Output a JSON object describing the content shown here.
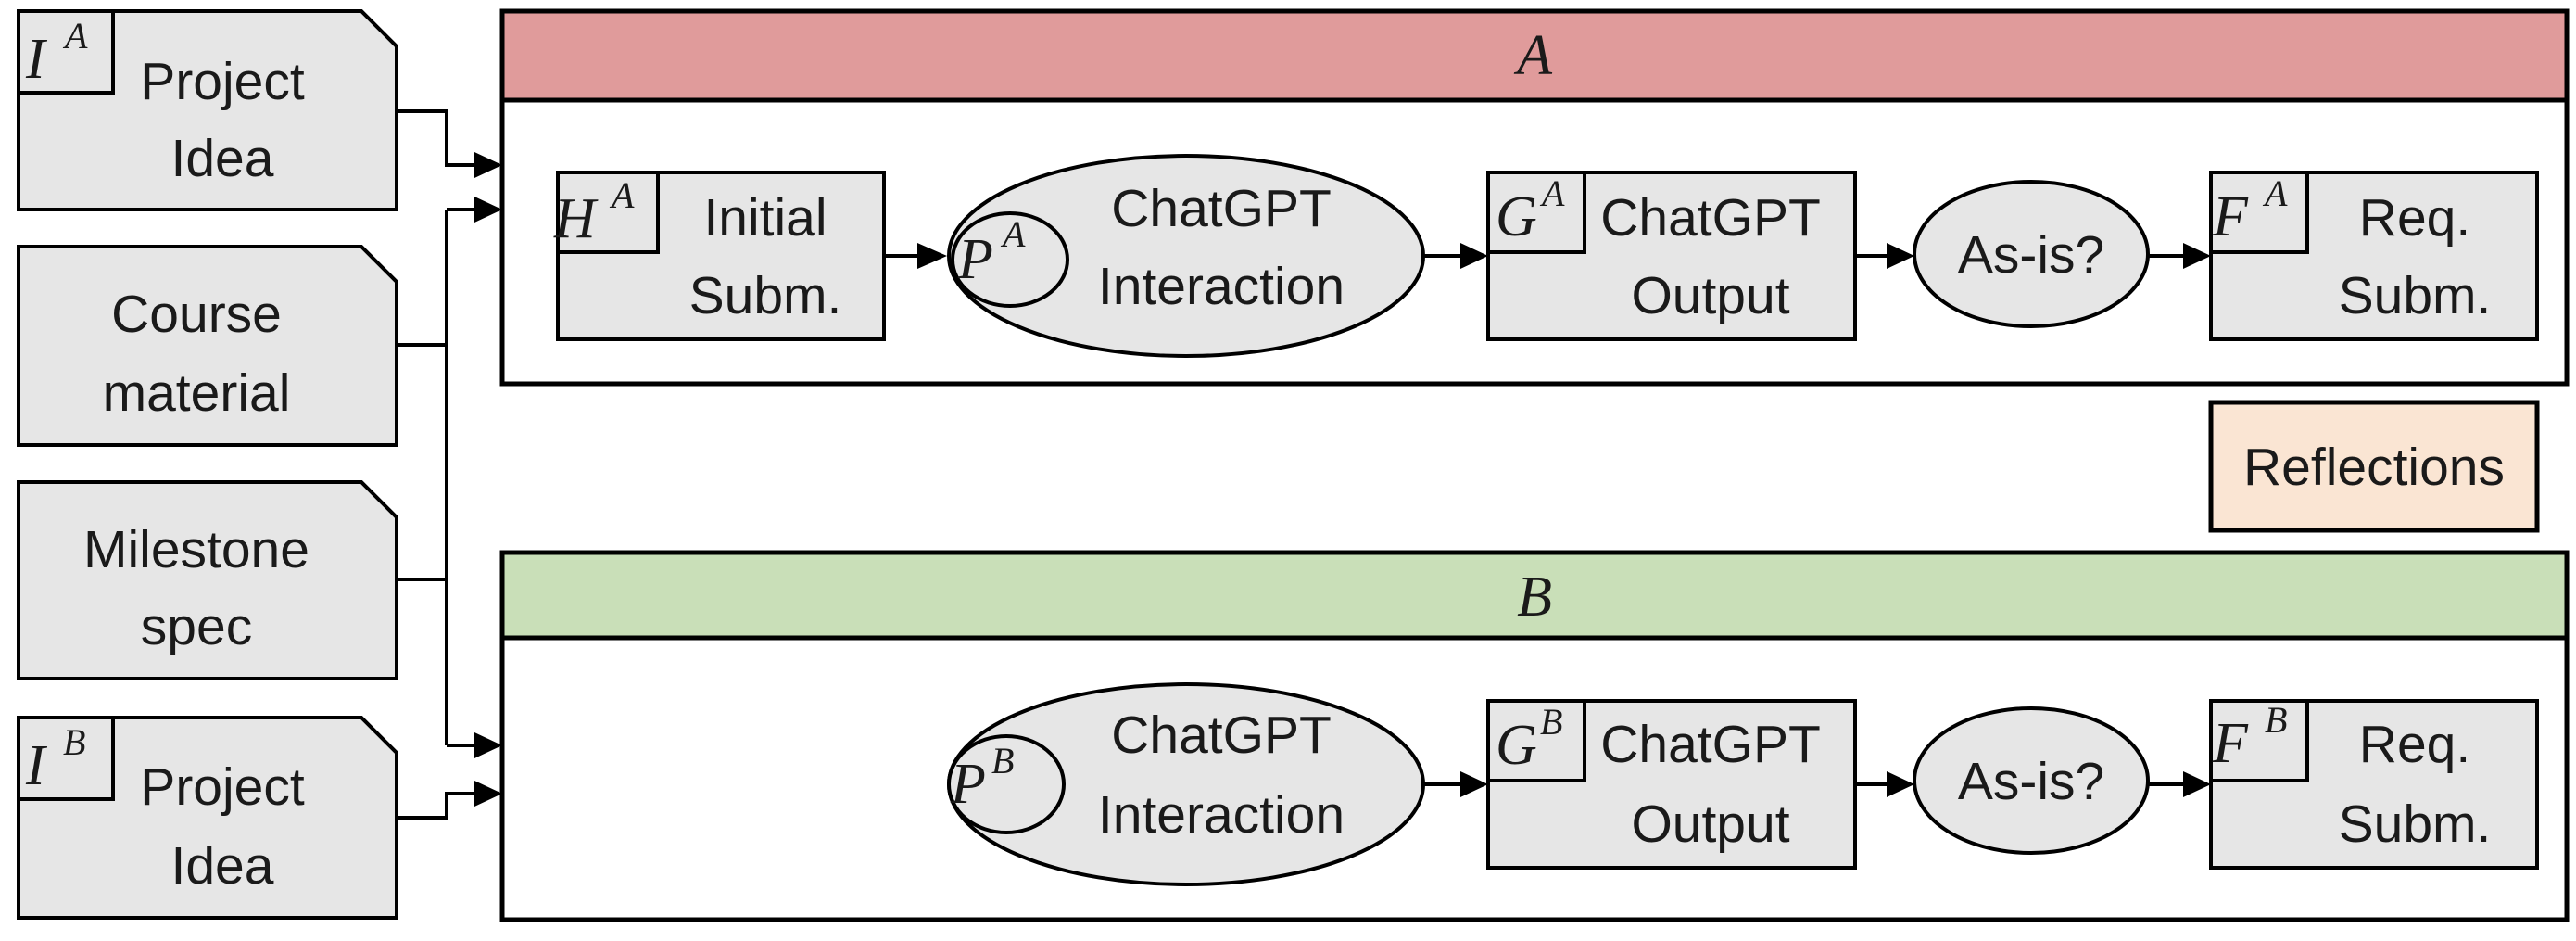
{
  "inputs": {
    "project_idea_a": {
      "math": "I",
      "sup": "A",
      "line1": "Project",
      "line2": "Idea"
    },
    "course_material": {
      "line1": "Course",
      "line2": "material"
    },
    "milestone_spec": {
      "line1": "Milestone",
      "line2": "spec"
    },
    "project_idea_b": {
      "math": "I",
      "sup": "B",
      "line1": "Project",
      "line2": "Idea"
    }
  },
  "group_a": {
    "title": "A",
    "header_color": "#e09b9b",
    "initial": {
      "math": "H",
      "sup": "A",
      "line1": "Initial",
      "line2": "Subm."
    },
    "interaction": {
      "math": "P",
      "sup": "A",
      "line1": "ChatGPT",
      "line2": "Interaction"
    },
    "output": {
      "math": "G",
      "sup": "A",
      "line1": "ChatGPT",
      "line2": "Output"
    },
    "decision": {
      "label": "As-is?"
    },
    "final": {
      "math": "F",
      "sup": "A",
      "line1": "Req.",
      "line2": "Subm."
    }
  },
  "reflections": {
    "label": "Reflections",
    "color": "#fae5d3"
  },
  "group_b": {
    "title": "B",
    "header_color": "#c9dfb8",
    "interaction": {
      "math": "P",
      "sup": "B",
      "line1": "ChatGPT",
      "line2": "Interaction"
    },
    "output": {
      "math": "G",
      "sup": "B",
      "line1": "ChatGPT",
      "line2": "Output"
    },
    "decision": {
      "label": "As-is?"
    },
    "final": {
      "math": "F",
      "sup": "B",
      "line1": "Req.",
      "line2": "Subm."
    }
  }
}
